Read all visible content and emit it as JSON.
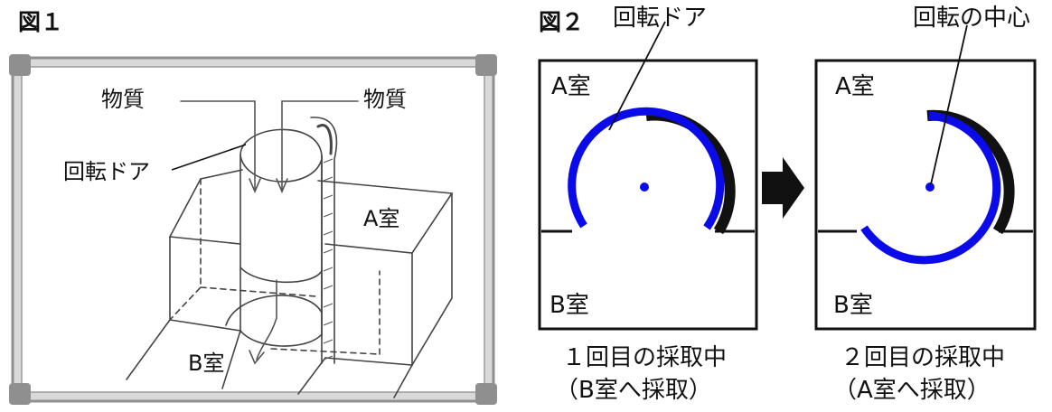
{
  "figure1": {
    "title": "図１",
    "labels": {
      "substance_left": "物質",
      "substance_right": "物質",
      "rotating_door": "回転ドア",
      "room_a": "A室",
      "room_b": "B室"
    }
  },
  "figure2": {
    "title": "図２",
    "labels": {
      "rotating_door": "回転ドア",
      "center_of_rotation": "回転の中心"
    },
    "panel1": {
      "room_a": "A室",
      "room_b": "B室",
      "caption_line1": "１回目の採取中",
      "caption_line2": "（B室へ採取）"
    },
    "panel2": {
      "room_a": "A室",
      "room_b": "B室",
      "caption_line1": "２回目の採取中",
      "caption_line2": "（A室へ採取）"
    }
  },
  "colors": {
    "door": "#0b0bea",
    "door_shadow": "#111111",
    "board_frame": "#8f8f8f",
    "board_fill": "#ffffff",
    "sketch_line": "#444444"
  }
}
